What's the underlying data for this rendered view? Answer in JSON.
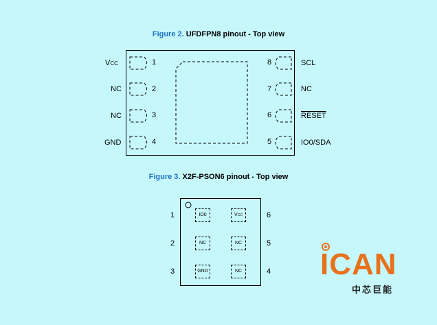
{
  "figure2": {
    "number": "Figure 2.",
    "title": "UFDFPN8 pinout - Top view",
    "left_pins": [
      {
        "num": "1",
        "label": "V",
        "label_sub": "CC"
      },
      {
        "num": "2",
        "label": "NC"
      },
      {
        "num": "3",
        "label": "NC"
      },
      {
        "num": "4",
        "label": "GND"
      }
    ],
    "right_pins": [
      {
        "num": "8",
        "label": "SCL"
      },
      {
        "num": "7",
        "label": "NC"
      },
      {
        "num": "6",
        "label": "RESET"
      },
      {
        "num": "5",
        "label": "IO0/SDA"
      }
    ]
  },
  "figure3": {
    "number": "Figure 3.",
    "title": "X2F-PSON6 pinout - Top view",
    "left_nums": [
      "1",
      "2",
      "3"
    ],
    "right_nums": [
      "6",
      "5",
      "4"
    ],
    "pads": {
      "p1": "IO0",
      "p6_main": "V",
      "p6_sub": "CC",
      "p2": "NC",
      "p5": "NC",
      "p3": "GND",
      "p4": "NC"
    }
  },
  "logo": {
    "brand": "ICAN",
    "chinese": "中芯巨能",
    "accent_color": "#e8711c"
  }
}
